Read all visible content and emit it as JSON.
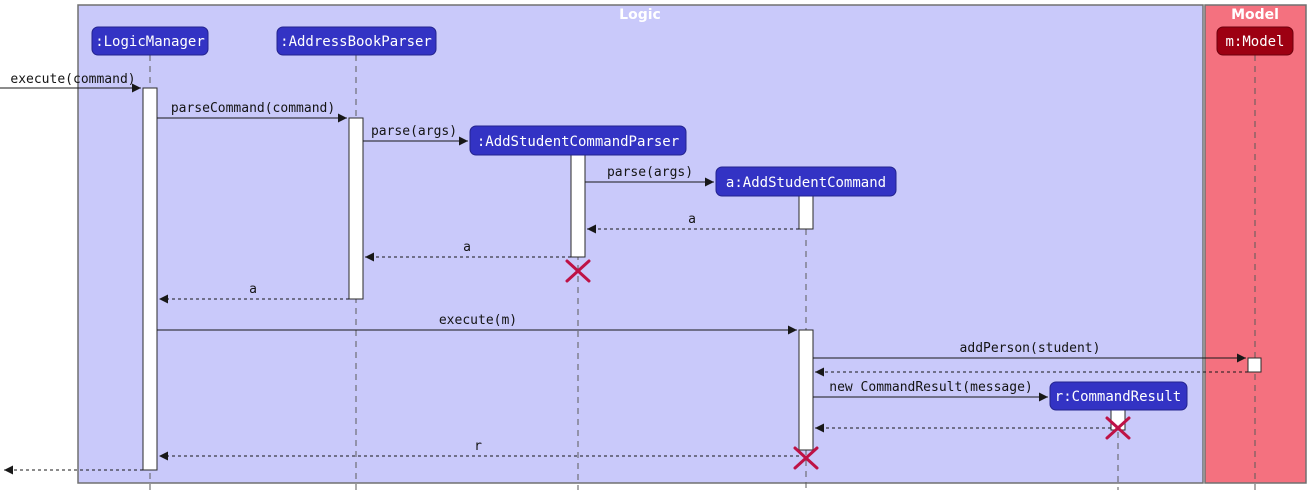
{
  "frames": {
    "logic": {
      "label": "Logic"
    },
    "model": {
      "label": "Model"
    }
  },
  "participants": {
    "logic_manager": {
      "label": ":LogicManager"
    },
    "address_book_parser": {
      "label": ":AddressBookParser"
    },
    "add_student_command_parser": {
      "label": ":AddStudentCommandParser"
    },
    "add_student_command": {
      "label": "a:AddStudentCommand"
    },
    "command_result": {
      "label": "r:CommandResult"
    },
    "model": {
      "label": "m:Model"
    }
  },
  "messages": {
    "execute_command": {
      "label": "execute(command)",
      "type": "call"
    },
    "parse_command": {
      "label": "parseCommand(command)",
      "type": "call"
    },
    "parse_args_1": {
      "label": "parse(args)",
      "type": "create"
    },
    "parse_args_2": {
      "label": "parse(args)",
      "type": "create"
    },
    "return_a_1": {
      "label": "a",
      "type": "return"
    },
    "return_a_2": {
      "label": "a",
      "type": "return"
    },
    "return_a_3": {
      "label": "a",
      "type": "return"
    },
    "execute_m": {
      "label": "execute(m)",
      "type": "call"
    },
    "add_person": {
      "label": "addPerson(student)",
      "type": "call"
    },
    "new_command_result": {
      "label": "new CommandResult(message)",
      "type": "create"
    },
    "return_r": {
      "label": "r",
      "type": "return"
    }
  },
  "colors": {
    "logic_frame_bg": "#C9C9FA",
    "model_frame_bg": "#F4717F",
    "logic_participant_bg": "#3333C4",
    "model_participant_bg": "#9D0012",
    "destroy_cross": "#BE1246"
  }
}
